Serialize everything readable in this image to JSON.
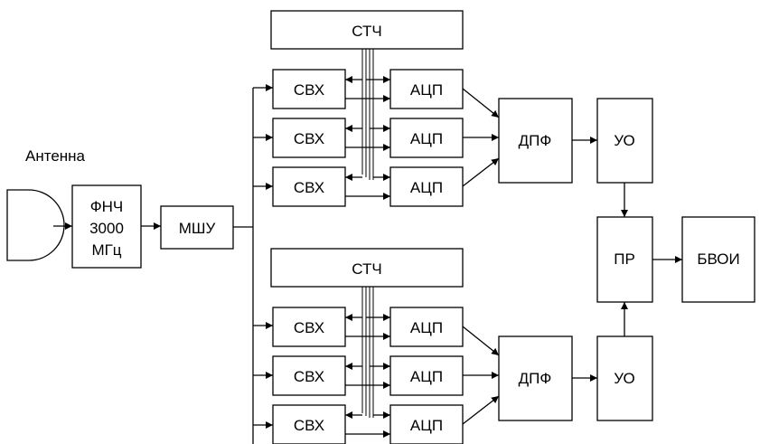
{
  "labels": {
    "antenna": "Антенна",
    "lpf_line1": "ФНЧ",
    "lpf_line2": "3000",
    "lpf_line3": "МГц",
    "lna": "МШУ",
    "synth": "СТЧ",
    "mixer": "СВХ",
    "adc": "АЦП",
    "dft": "ДПФ",
    "amp": "УО",
    "decision": "ПР",
    "output": "БВОИ"
  }
}
